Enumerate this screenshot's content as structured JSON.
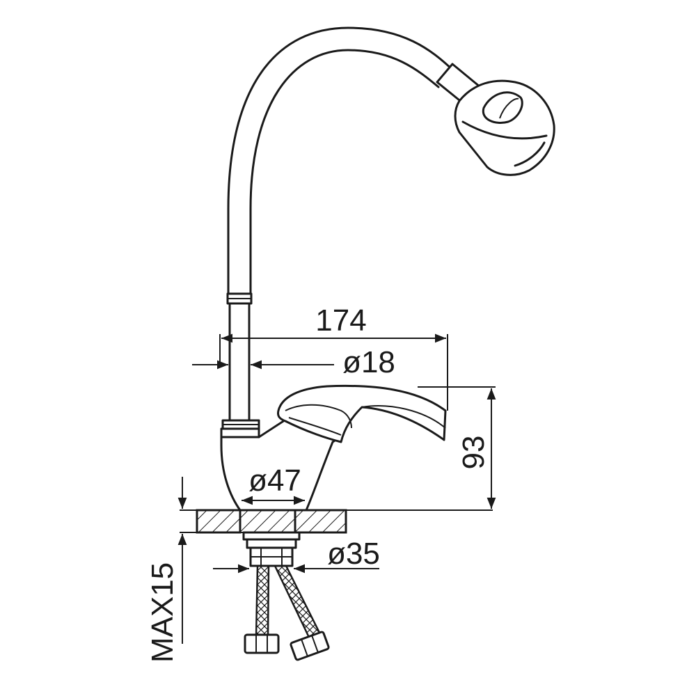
{
  "dimensions": {
    "spout_reach": "174",
    "spout_diameter": "ø18",
    "body_height": "93",
    "body_base_diameter": "ø47",
    "shank_diameter": "ø35",
    "max_counter_thickness": "MAX15"
  }
}
